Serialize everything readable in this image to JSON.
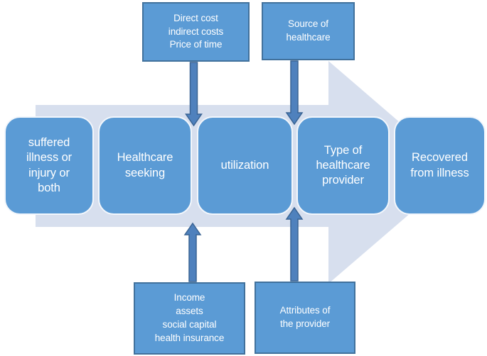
{
  "diagram": {
    "type": "process-flow",
    "background_color": "#ffffff",
    "stages": [
      {
        "label": "suffered\nillness or\ninjury or\nboth"
      },
      {
        "label": "Healthcare\nseeking"
      },
      {
        "label": "utilization"
      },
      {
        "label": "Type of\nhealthcare\nprovider"
      },
      {
        "label": "Recovered\nfrom illness"
      }
    ],
    "factors": {
      "top": [
        {
          "label": "Direct cost\nindirect costs\nPrice of time"
        },
        {
          "label": "Source of\nhealthcare"
        }
      ],
      "bottom": [
        {
          "label": "Income\nassets\nsocial capital\nhealth insurance"
        },
        {
          "label": "Attributes of\nthe provider"
        }
      ]
    },
    "connectors": [
      {
        "direction": "down",
        "from": "Direct cost indirect costs Price of time",
        "to": "between Healthcare seeking and utilization"
      },
      {
        "direction": "down",
        "from": "Source of healthcare",
        "to": "between utilization and Type of healthcare provider"
      },
      {
        "direction": "up",
        "from": "Income assets social capital health insurance",
        "to": "between Healthcare seeking and utilization"
      },
      {
        "direction": "up",
        "from": "Attributes of the provider",
        "to": "between utilization and Type of healthcare provider"
      }
    ],
    "colors": {
      "stage_fill": "#5b9bd5",
      "stage_border": "#f3f7fc",
      "factor_fill": "#5b9bd5",
      "factor_border": "#41719c",
      "background_arrow_fill": "#d7dfee",
      "connector_fill": "#4f81bd",
      "connector_stroke": "#3a6494",
      "text": "#ffffff"
    }
  }
}
